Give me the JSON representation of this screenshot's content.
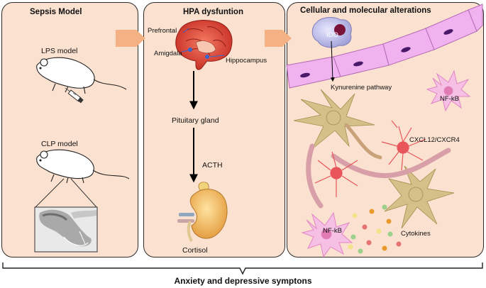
{
  "panels": {
    "sepsis": {
      "title": "Sepsis Model",
      "lps_label": "LPS model",
      "clp_label": "CLP model"
    },
    "hpa": {
      "title": "HPA dysfuntion",
      "prefrontal": "Prefrontal",
      "amigdala": "Amigdala",
      "hippocampus": "Hippocampus",
      "pituitary": "Pituitary gland",
      "acth": "ACTH",
      "cortisol": "Cortisol"
    },
    "cellular": {
      "title": "Cellular and molecular alterations",
      "ido": "IDO",
      "kynurenine": "Kynurenine pathway",
      "nfkb_top": "NF-kB",
      "cxcl12": "CXCL12/CXCR4",
      "nfkb_bottom": "NF-kB",
      "cytokines": "Cytokines"
    }
  },
  "footer": {
    "label": "Anxiety and depressive symptons"
  },
  "colors": {
    "panel_bg": "#fbe1d0",
    "arrow_orange": "#f4b183",
    "vessel": "#f0b3f0",
    "astrocyte": "#d4c088",
    "microglia": "#f6bfe4",
    "neuron_red": "#e8555a"
  }
}
